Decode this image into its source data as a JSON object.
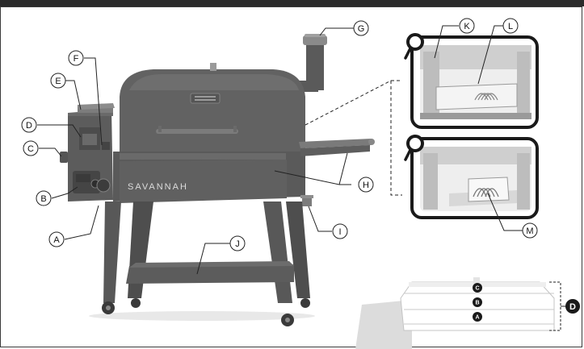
{
  "brand": "SAVANNAH",
  "callouts": {
    "A": "A",
    "B": "B",
    "C": "C",
    "D": "D",
    "E": "E",
    "F": "F",
    "G": "G",
    "H": "H",
    "I": "I",
    "J": "J",
    "K": "K",
    "L": "L",
    "M": "M"
  },
  "rack_badges": [
    "C",
    "B",
    "A"
  ],
  "rack_group_label": "D",
  "colors": {
    "grill_body": "#5f5f5f",
    "grill_dark": "#4a4a4a",
    "grill_light": "#7a7a7a",
    "callout_stroke": "#222222",
    "badge_fill": "#1a1a1a",
    "bottom_fade": "#dedede"
  }
}
